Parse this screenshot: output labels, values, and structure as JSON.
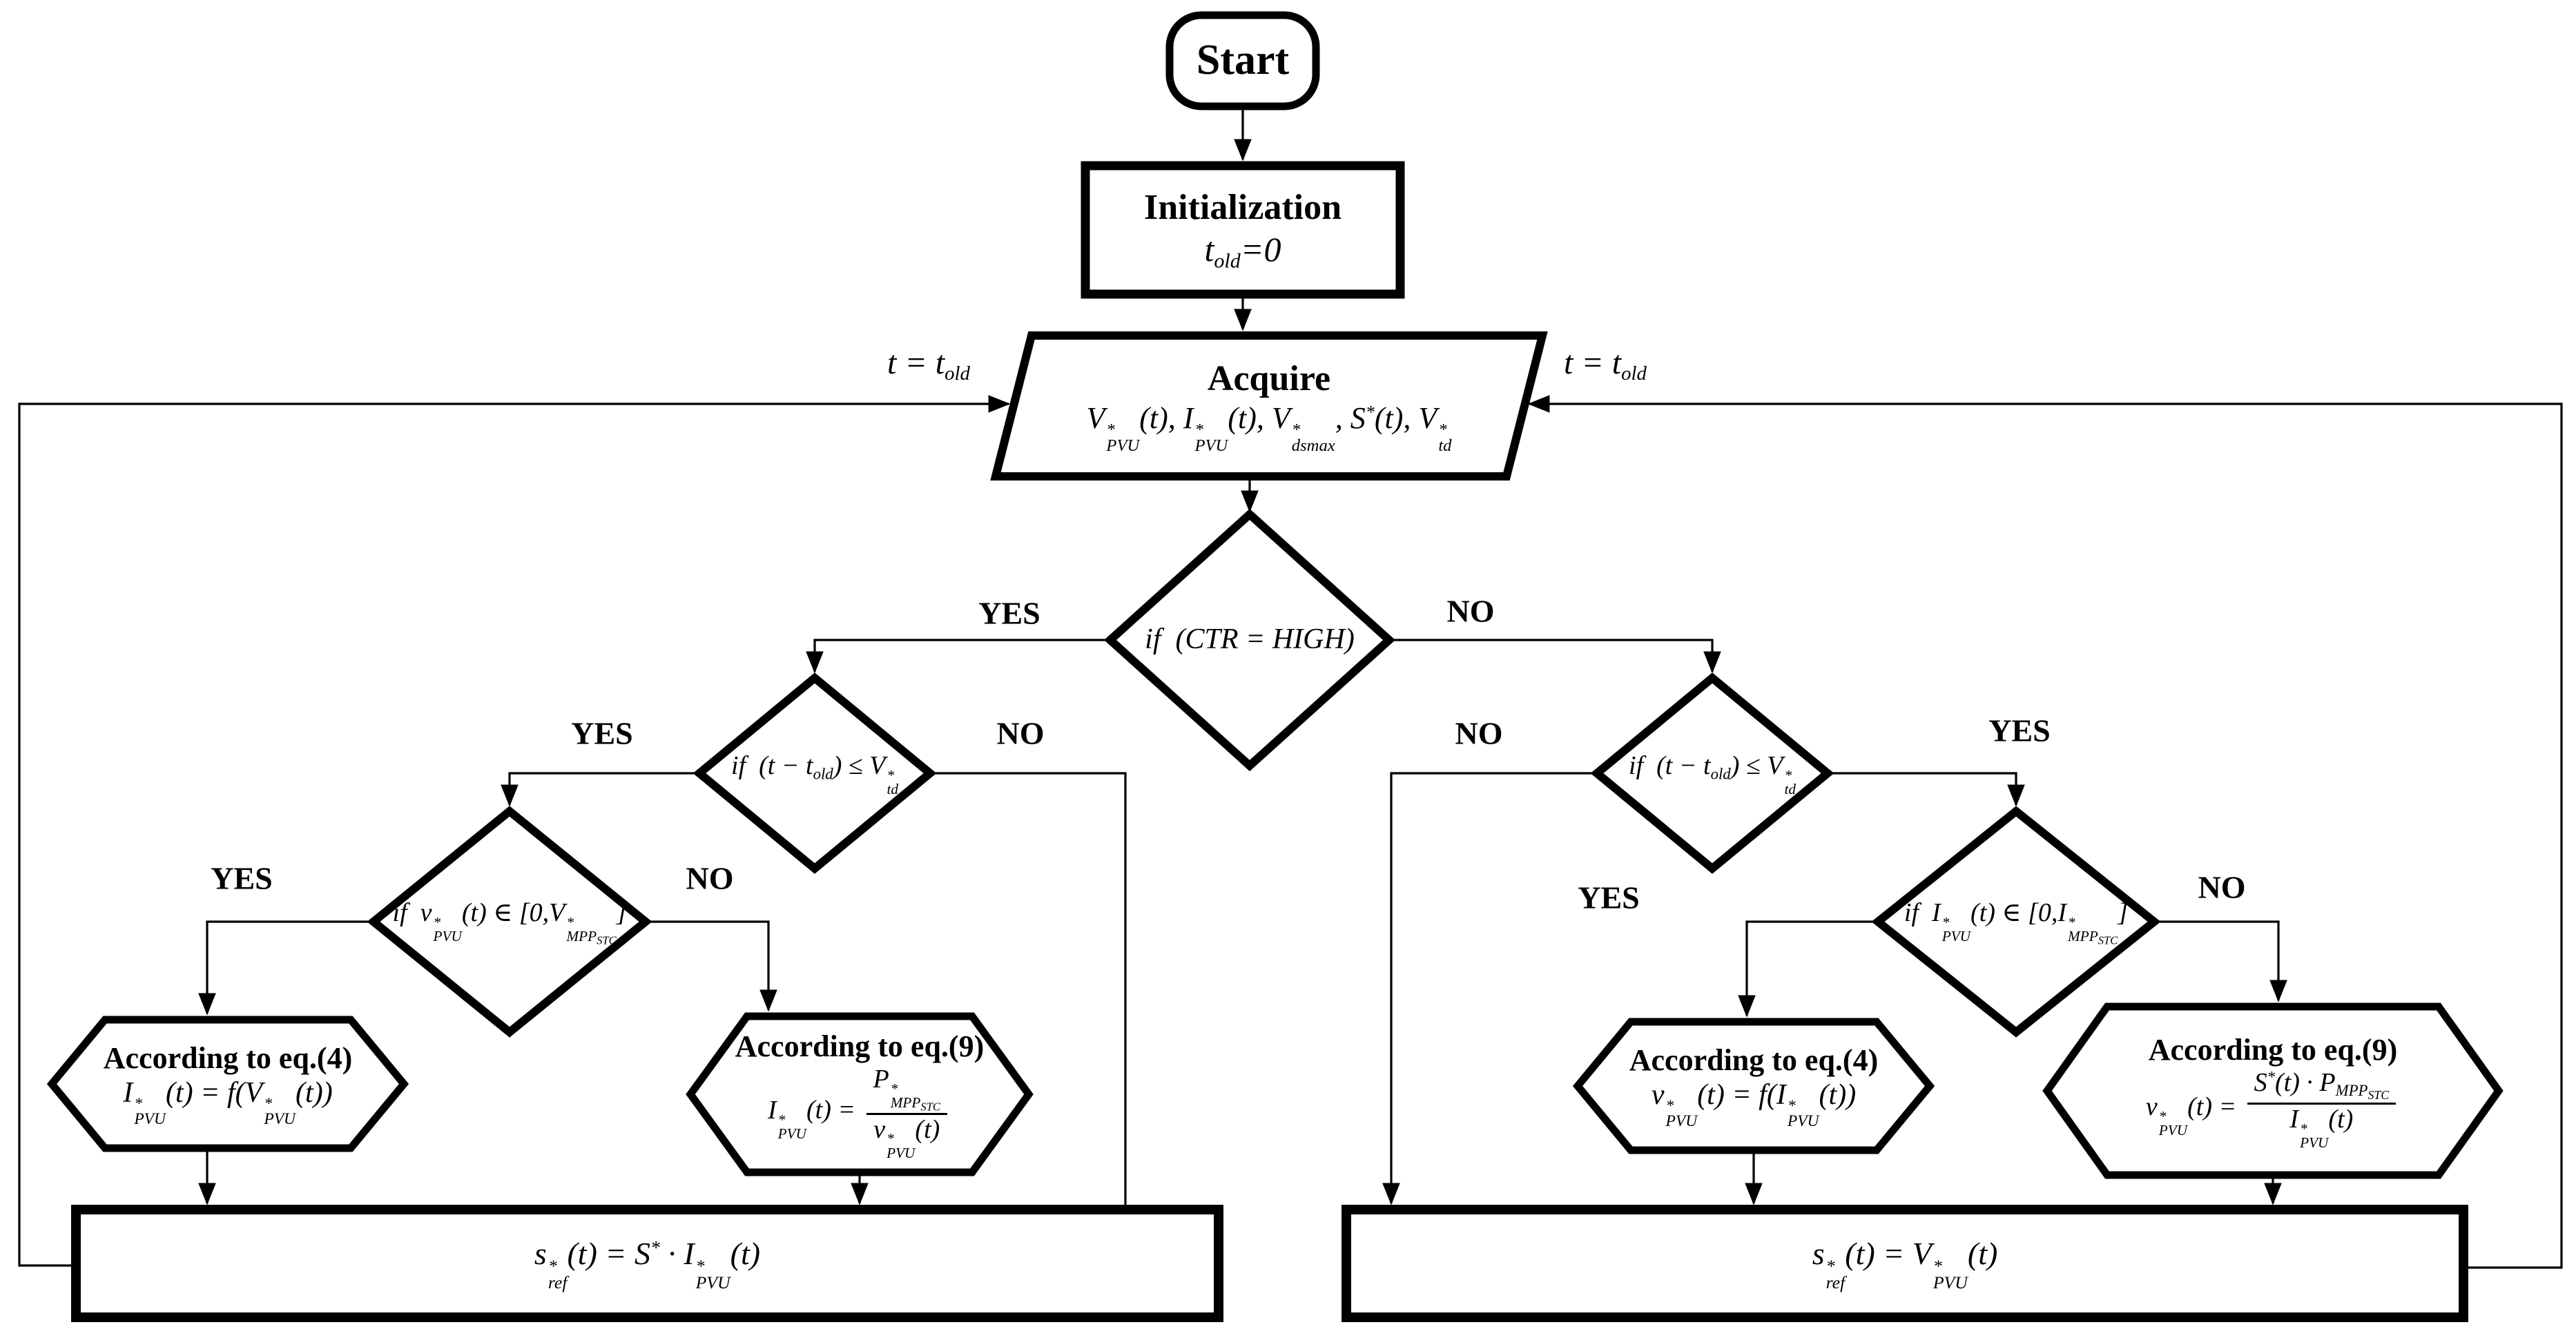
{
  "colors": {
    "ink": "#000000",
    "paper": "#ffffff"
  },
  "labels": {
    "yes": "YES",
    "no": "NO",
    "t_update": [
      {
        "t": "t = "
      },
      {
        "t": "t",
        "sub": "old"
      }
    ]
  },
  "nodes": {
    "start": {
      "label": "Start"
    },
    "initialization": {
      "title": "Initialization",
      "equation": [
        {
          "t": "t",
          "sub": "old"
        },
        {
          "t": "=0"
        }
      ]
    },
    "acquire": {
      "title": "Acquire",
      "equation": [
        {
          "t": "V",
          "sup": "*",
          "sub": "PVU"
        },
        {
          "t": "(t), "
        },
        {
          "t": "I",
          "sup": "*",
          "sub": "PVU"
        },
        {
          "t": "(t), "
        },
        {
          "t": "V",
          "sup": "*",
          "sub": "dsmax"
        },
        {
          "t": ", "
        },
        {
          "t": "S",
          "sup": "*"
        },
        {
          "t": "(t), "
        },
        {
          "t": "V",
          "sup": "*",
          "sub": "td"
        }
      ]
    },
    "decision_ctr": {
      "condition": [
        {
          "t": "if (CTR = HIGH)"
        }
      ]
    },
    "decision_time_left": {
      "condition": [
        {
          "t": "if (t − "
        },
        {
          "t": "t",
          "sub": "old"
        },
        {
          "t": ") ≤ "
        },
        {
          "t": "V",
          "sup": "*",
          "sub": "td"
        }
      ]
    },
    "decision_time_right": {
      "condition": [
        {
          "t": "if (t − "
        },
        {
          "t": "t",
          "sub": "old"
        },
        {
          "t": ") ≤ "
        },
        {
          "t": "V",
          "sup": "*",
          "sub": "td"
        }
      ]
    },
    "decision_voltage_left": {
      "condition": [
        {
          "t": "if "
        },
        {
          "t": "v",
          "sup": "*",
          "sub": "PVU"
        },
        {
          "t": "(t) ∈ [0,"
        },
        {
          "t": "V",
          "sup": "*",
          "sub": "MPP",
          "sub2": "STC"
        },
        {
          "t": "]"
        }
      ]
    },
    "decision_current_right": {
      "condition": [
        {
          "t": "if "
        },
        {
          "t": "I",
          "sup": "*",
          "sub": "PVU"
        },
        {
          "t": "(t) ∈ [0,"
        },
        {
          "t": "I",
          "sup": "*",
          "sub": "MPP",
          "sub2": "STC"
        },
        {
          "t": "]"
        }
      ]
    },
    "hex_eq4_left": {
      "title": "According to eq.(4)",
      "equation": [
        {
          "t": "I",
          "sup": "*",
          "sub": "PVU"
        },
        {
          "t": "(t) = f("
        },
        {
          "t": "V",
          "sup": "*",
          "sub": "PVU"
        },
        {
          "t": "(t))"
        }
      ]
    },
    "hex_eq9_left": {
      "title": "According to eq.(9)",
      "equation": [
        {
          "t": "I",
          "sup": "*",
          "sub": "PVU"
        },
        {
          "t": "(t) = "
        },
        {
          "frac": {
            "num": [
              {
                "t": "P",
                "sup": "*",
                "sub": "MPP",
                "sub2": "STC"
              }
            ],
            "den": [
              {
                "t": "v",
                "sup": "*",
                "sub": "PVU"
              },
              {
                "t": "(t)"
              }
            ]
          }
        }
      ]
    },
    "hex_eq4_right": {
      "title": "According to eq.(4)",
      "equation": [
        {
          "t": "v",
          "sup": "*",
          "sub": "PVU"
        },
        {
          "t": "(t) = f("
        },
        {
          "t": "I",
          "sup": "*",
          "sub": "PVU"
        },
        {
          "t": "(t))"
        }
      ]
    },
    "hex_eq9_right": {
      "title": "According to eq.(9)",
      "equation": [
        {
          "t": "v",
          "sup": "*",
          "sub": "PVU"
        },
        {
          "t": "(t) = "
        },
        {
          "frac": {
            "num": [
              {
                "t": "S",
                "sup": "*"
              },
              {
                "t": "(t) · "
              },
              {
                "t": "P",
                "sub": "MPP",
                "sub2": "STC"
              }
            ],
            "den": [
              {
                "t": "I",
                "sup": "*",
                "sub": "PVU"
              },
              {
                "t": "(t)"
              }
            ]
          }
        }
      ]
    },
    "output_left": {
      "equation": [
        {
          "t": "s",
          "sup": "*",
          "sub": "ref"
        },
        {
          "t": "(t) = "
        },
        {
          "t": "S",
          "sup": "*"
        },
        {
          "t": " · "
        },
        {
          "t": "I",
          "sup": "*",
          "sub": "PVU"
        },
        {
          "t": "(t)"
        }
      ]
    },
    "output_right": {
      "equation": [
        {
          "t": "s",
          "sup": "*",
          "sub": "ref"
        },
        {
          "t": "(t) = "
        },
        {
          "t": "V",
          "sup": "*",
          "sub": "PVU"
        },
        {
          "t": "(t)"
        }
      ]
    }
  }
}
